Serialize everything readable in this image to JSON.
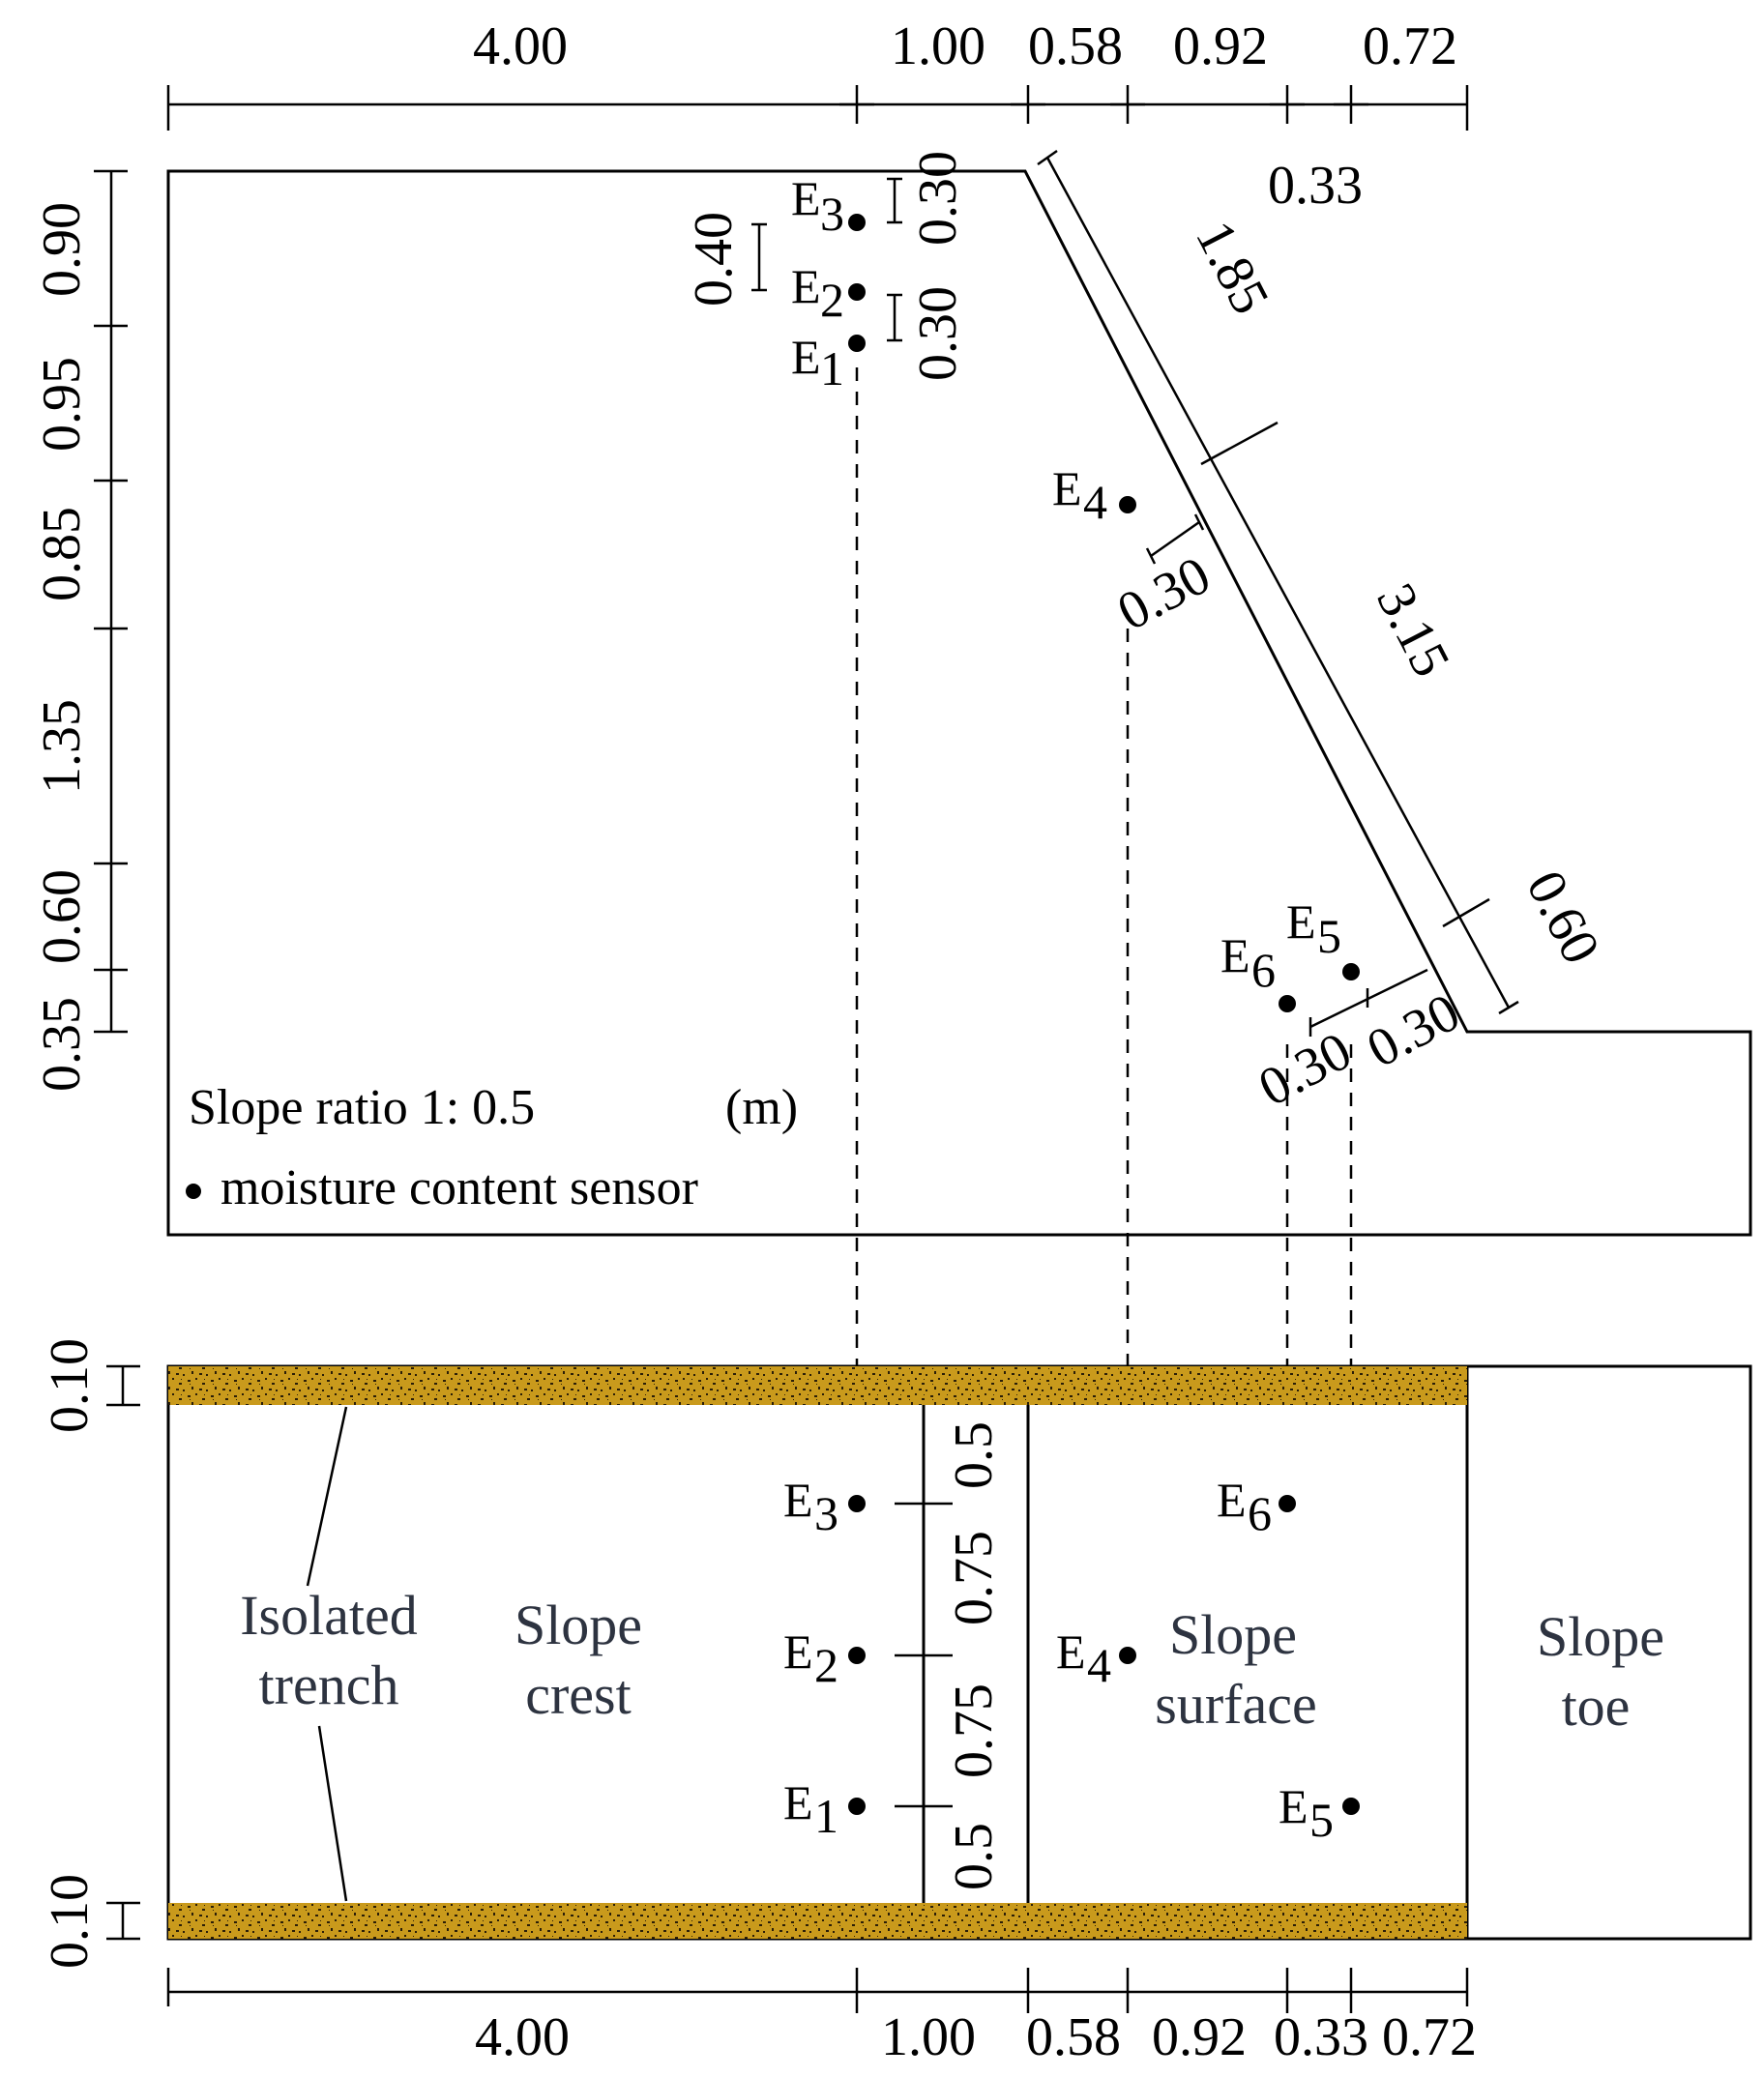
{
  "diagram": {
    "colors": {
      "trench_fill": "#c99a1c",
      "trench_speckle": "#2a1e08",
      "line": "#000000"
    },
    "top_dims": [
      "4.00",
      "1.00",
      "0.58",
      "0.92",
      "0.72"
    ],
    "top_dim_extra": "0.33",
    "left_dims": [
      "0.90",
      "0.95",
      "0.85",
      "1.35",
      "0.60",
      "0.35"
    ],
    "sensor_spacing": {
      "e3_top": "0.30",
      "e3_e2": "0.40",
      "e2_e1": "0.30"
    },
    "slope_dims": {
      "upper": "1.85",
      "lower": "3.15",
      "toe": "0.60",
      "e4_offset": "0.30",
      "e5_offset": "0.30",
      "e6_offset": "0.30"
    },
    "sensors": {
      "E1": {
        "letter": "E",
        "sub": "1"
      },
      "E2": {
        "letter": "E",
        "sub": "2"
      },
      "E3": {
        "letter": "E",
        "sub": "3"
      },
      "E4": {
        "letter": "E",
        "sub": "4"
      },
      "E5": {
        "letter": "E",
        "sub": "5"
      },
      "E6": {
        "letter": "E",
        "sub": "6"
      }
    },
    "legend": {
      "slope_ratio": "Slope ratio 1: 0.5",
      "unit": "(m)",
      "sensor": "moisture content sensor"
    },
    "plan": {
      "trench_width_top": "0.10",
      "trench_width_bottom": "0.10",
      "spacing": [
        "0.5",
        "0.75",
        "0.75",
        "0.5"
      ],
      "regions": {
        "trench_line1": "Isolated",
        "trench_line2": "trench",
        "crest_line1": "Slope",
        "crest_line2": "crest",
        "surface_line1": "Slope",
        "surface_line2": "surface",
        "toe_line1": "Slope",
        "toe_line2": "toe"
      },
      "bottom_dims": [
        "4.00",
        "1.00",
        "0.58",
        "0.92",
        "0.33",
        "0.72"
      ]
    }
  }
}
